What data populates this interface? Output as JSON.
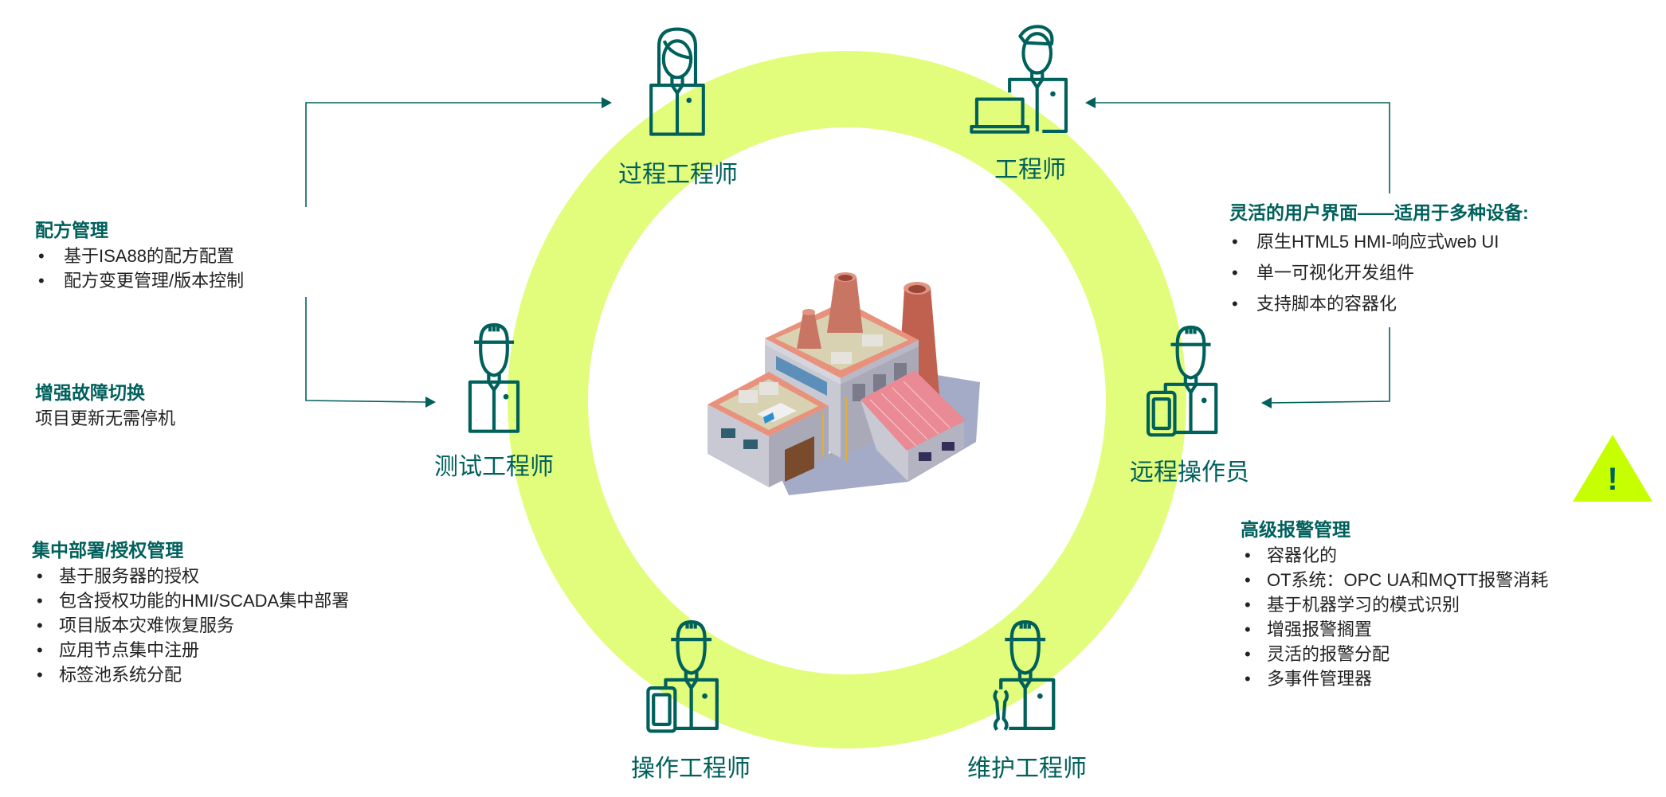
{
  "colors": {
    "teal": "#00605c",
    "ring": "#e2fd7c",
    "warning": "#c6ff00",
    "text": "#222222"
  },
  "roles": {
    "process_engineer": "过程工程师",
    "engineer": "工程师",
    "test_engineer": "测试工程师",
    "remote_operator": "远程操作员",
    "operations_engineer": "操作工程师",
    "maintenance_engineer": "维护工程师"
  },
  "recipe": {
    "title": "配方管理",
    "items": [
      "基于ISA88的配方配置",
      "配方变更管理/版本控制"
    ]
  },
  "failover": {
    "title": "增强故障切换",
    "text": "项目更新无需停机"
  },
  "deployment": {
    "title": "集中部署/授权管理",
    "items": [
      "基于服务器的授权",
      "包含授权功能的HMI/SCADA集中部署",
      "项目版本灾难恢复服务",
      "应用节点集中注册",
      "标签池系统分配"
    ]
  },
  "ui": {
    "title": "灵活的用户界面——适用于多种设备:",
    "items": [
      "原生HTML5 HMI-响应式web UI",
      "单一可视化开发组件",
      "支持脚本的容器化"
    ]
  },
  "alarm": {
    "title": "高级报警管理",
    "items": [
      "容器化的",
      "OT系统：OPC UA和MQTT报警消耗",
      "基于机器学习的模式识别",
      "增强报警搁置",
      "灵活的报警分配",
      "多事件管理器"
    ]
  },
  "warning_symbol": "!",
  "bullet": "•"
}
